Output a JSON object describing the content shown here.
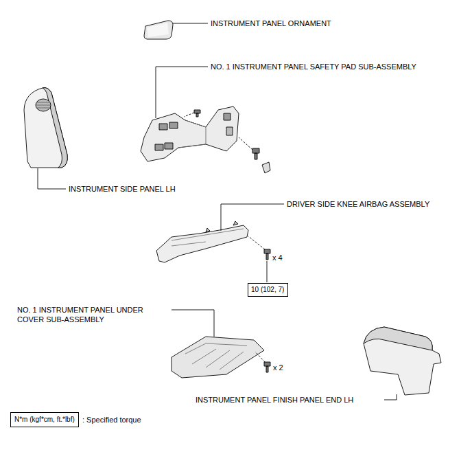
{
  "diagram": {
    "nodes": [
      {
        "text": [
          "10 (102, 7)"
        ]
      },
      {
        "text": [
          "N*m (kgf*cm, ft.*lbf)"
        ]
      }
    ],
    "labels": [
      "INSTRUMENT PANEL ORNAMENT",
      "NO. 1 INSTRUMENT PANEL SAFETY PAD SUB-ASSEMBLY",
      "INSTRUMENT SIDE PANEL LH",
      "DRIVER SIDE KNEE AIRBAG ASSEMBLY",
      "x 4",
      "NO. 1 INSTRUMENT PANEL UNDER COVER SUB-ASSEMBLY",
      "x 2",
      "INSTRUMENT PANEL FINISH PANEL END LH",
      ": Specified torque"
    ]
  }
}
